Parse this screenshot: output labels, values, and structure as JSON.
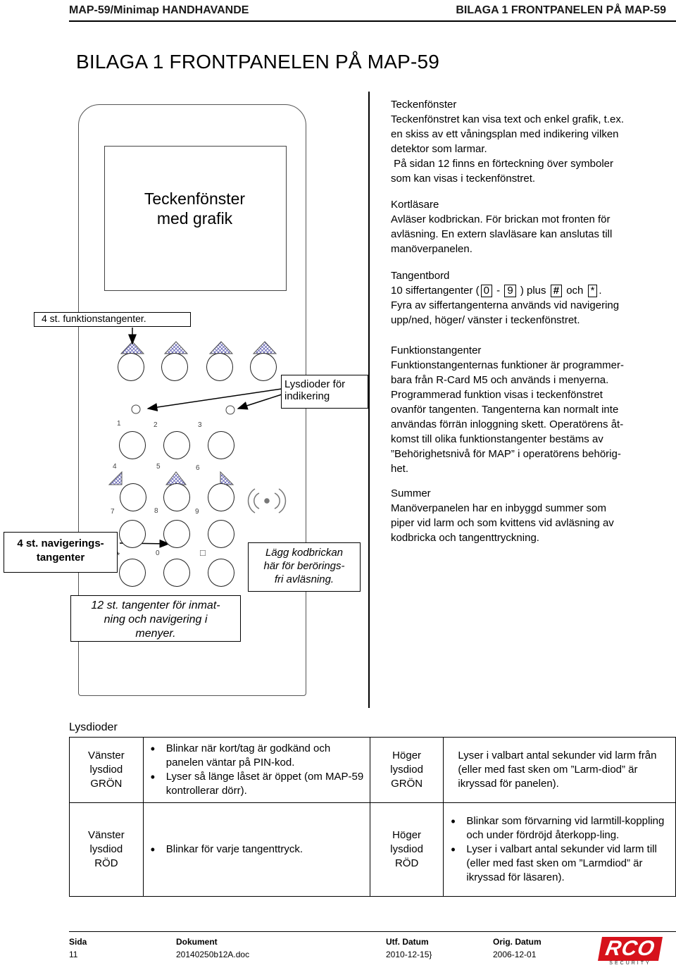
{
  "header": {
    "left": "MAP-59/Minimap HANDHAVANDE",
    "right": "BILAGA 1 FRONTPANELEN PÅ MAP-59"
  },
  "title": "BILAGA 1 FRONTPANELEN PÅ MAP-59",
  "diagram": {
    "screen_line1": "Teckenfönster",
    "screen_line2": "med grafik",
    "label_func": "4 st. funktionstangenter.",
    "label_led_1": "Lysdioder för",
    "label_led_2": "indikering",
    "label_nav_1": "4 st. navigerings-",
    "label_nav_2": "tangenter",
    "label_card_1": "Lägg kodbrickan",
    "label_card_2": "här för berörings-",
    "label_card_3": "fri avläsning.",
    "label_keys_1": "12 st. tangenter för inmat-",
    "label_keys_2": "ning och navigering i",
    "label_keys_3": "menyer.",
    "keys": {
      "k1": "1",
      "k2": "2",
      "k3": "3",
      "k4": "4",
      "k5": "5",
      "k6": "6",
      "k7": "7",
      "k8": "8",
      "k9": "9",
      "kstar": "*",
      "k0": "0",
      "ksq": "□"
    }
  },
  "sections": {
    "s1_title": "Teckenfönster",
    "s1_l1": "Teckenfönstret kan visa text och enkel grafik, t.ex.",
    "s1_l2": "en skiss av ett våningsplan med indikering vilken",
    "s1_l3": "detektor som larmar.",
    "s1_l4": " På sidan 12 finns en förteckning över symboler",
    "s1_l5": "som kan visas i teckenfönstret.",
    "s2_title": "Kortläsare",
    "s2_l1": "Avläser kodbrickan. För brickan mot fronten för",
    "s2_l2": "avläsning. En extern slavläsare kan anslutas till",
    "s2_l3": "manöverpanelen.",
    "s3_title": "Tangentbord",
    "s3_pre": "10 siffertangenter (",
    "s3_k0": "0",
    "s3_dash": " - ",
    "s3_k9": "9",
    "s3_mid": " ) plus ",
    "s3_khash": "#",
    "s3_och": " och ",
    "s3_kstar": "*",
    "s3_end": ".",
    "s3_l2": "Fyra av siffertangenterna används vid navigering",
    "s3_l3": "upp/ned, höger/ vänster i teckenfönstret.",
    "s4_title": "Funktionstangenter",
    "s4_l1": "Funktionstangenternas funktioner är programmer-",
    "s4_l2": "bara från R-Card M5 och används i menyerna.",
    "s4_l3": "Programmerad funktion visas i teckenfönstret",
    "s4_l4": "ovanför tangenten. Tangenterna kan normalt inte",
    "s4_l5": "användas förrän inloggning skett. Operatörens åt-",
    "s4_l6": "komst till olika funktionstangenter bestäms av",
    "s4_l7": "”Behörighetsnivå för MAP” i operatörens behörig-",
    "s4_l8": "het.",
    "s5_title": "Summer",
    "s5_l1": "Manöverpanelen har en inbyggd summer som",
    "s5_l2": "piper vid larm och som kvittens vid avläsning av",
    "s5_l3": "kodbricka och tangenttryckning."
  },
  "leds": {
    "heading": "Lysdioder",
    "vg_1": "Vänster",
    "vg_2": "lysdiod",
    "vg_3": "GRÖN",
    "vg_b1": "Blinkar när kort/tag är godkänd och panelen väntar på PIN-kod.",
    "vg_b2": "Lyser så länge låset är öppet (om MAP-59 kontrollerar dörr).",
    "hg_1": "Höger",
    "hg_2": "lysdiod",
    "hg_3": "GRÖN",
    "hg_t": "Lyser i valbart antal sekunder vid larm från (eller med fast sken om ”Larm-diod” är ikryssad för panelen).",
    "vr_1": "Vänster",
    "vr_2": "lysdiod",
    "vr_3": "RÖD",
    "vr_b1": "Blinkar för varje tangenttryck.",
    "hr_1": "Höger",
    "hr_2": "lysdiod",
    "hr_3": "RÖD",
    "hr_b1": "Blinkar som förvarning vid larmtill-koppling och under fördröjd återkopp-ling.",
    "hr_b2": "Lyser i valbart antal sekunder vid larm till (eller med fast sken om ”Larmdiod” är ikryssad för läsaren)."
  },
  "footer": {
    "sida_l": "Sida",
    "sida_v": "11",
    "dok_l": "Dokument",
    "dok_v": "20140250b12A.doc",
    "utf_l": "Utf. Datum",
    "utf_v": "2010-12-15}",
    "orig_l": "Orig. Datum",
    "orig_v": "2006-12-01",
    "logo_text": "RCO",
    "logo_sub": "SECURITY"
  },
  "colors": {
    "logo_red": "#d6121b"
  }
}
